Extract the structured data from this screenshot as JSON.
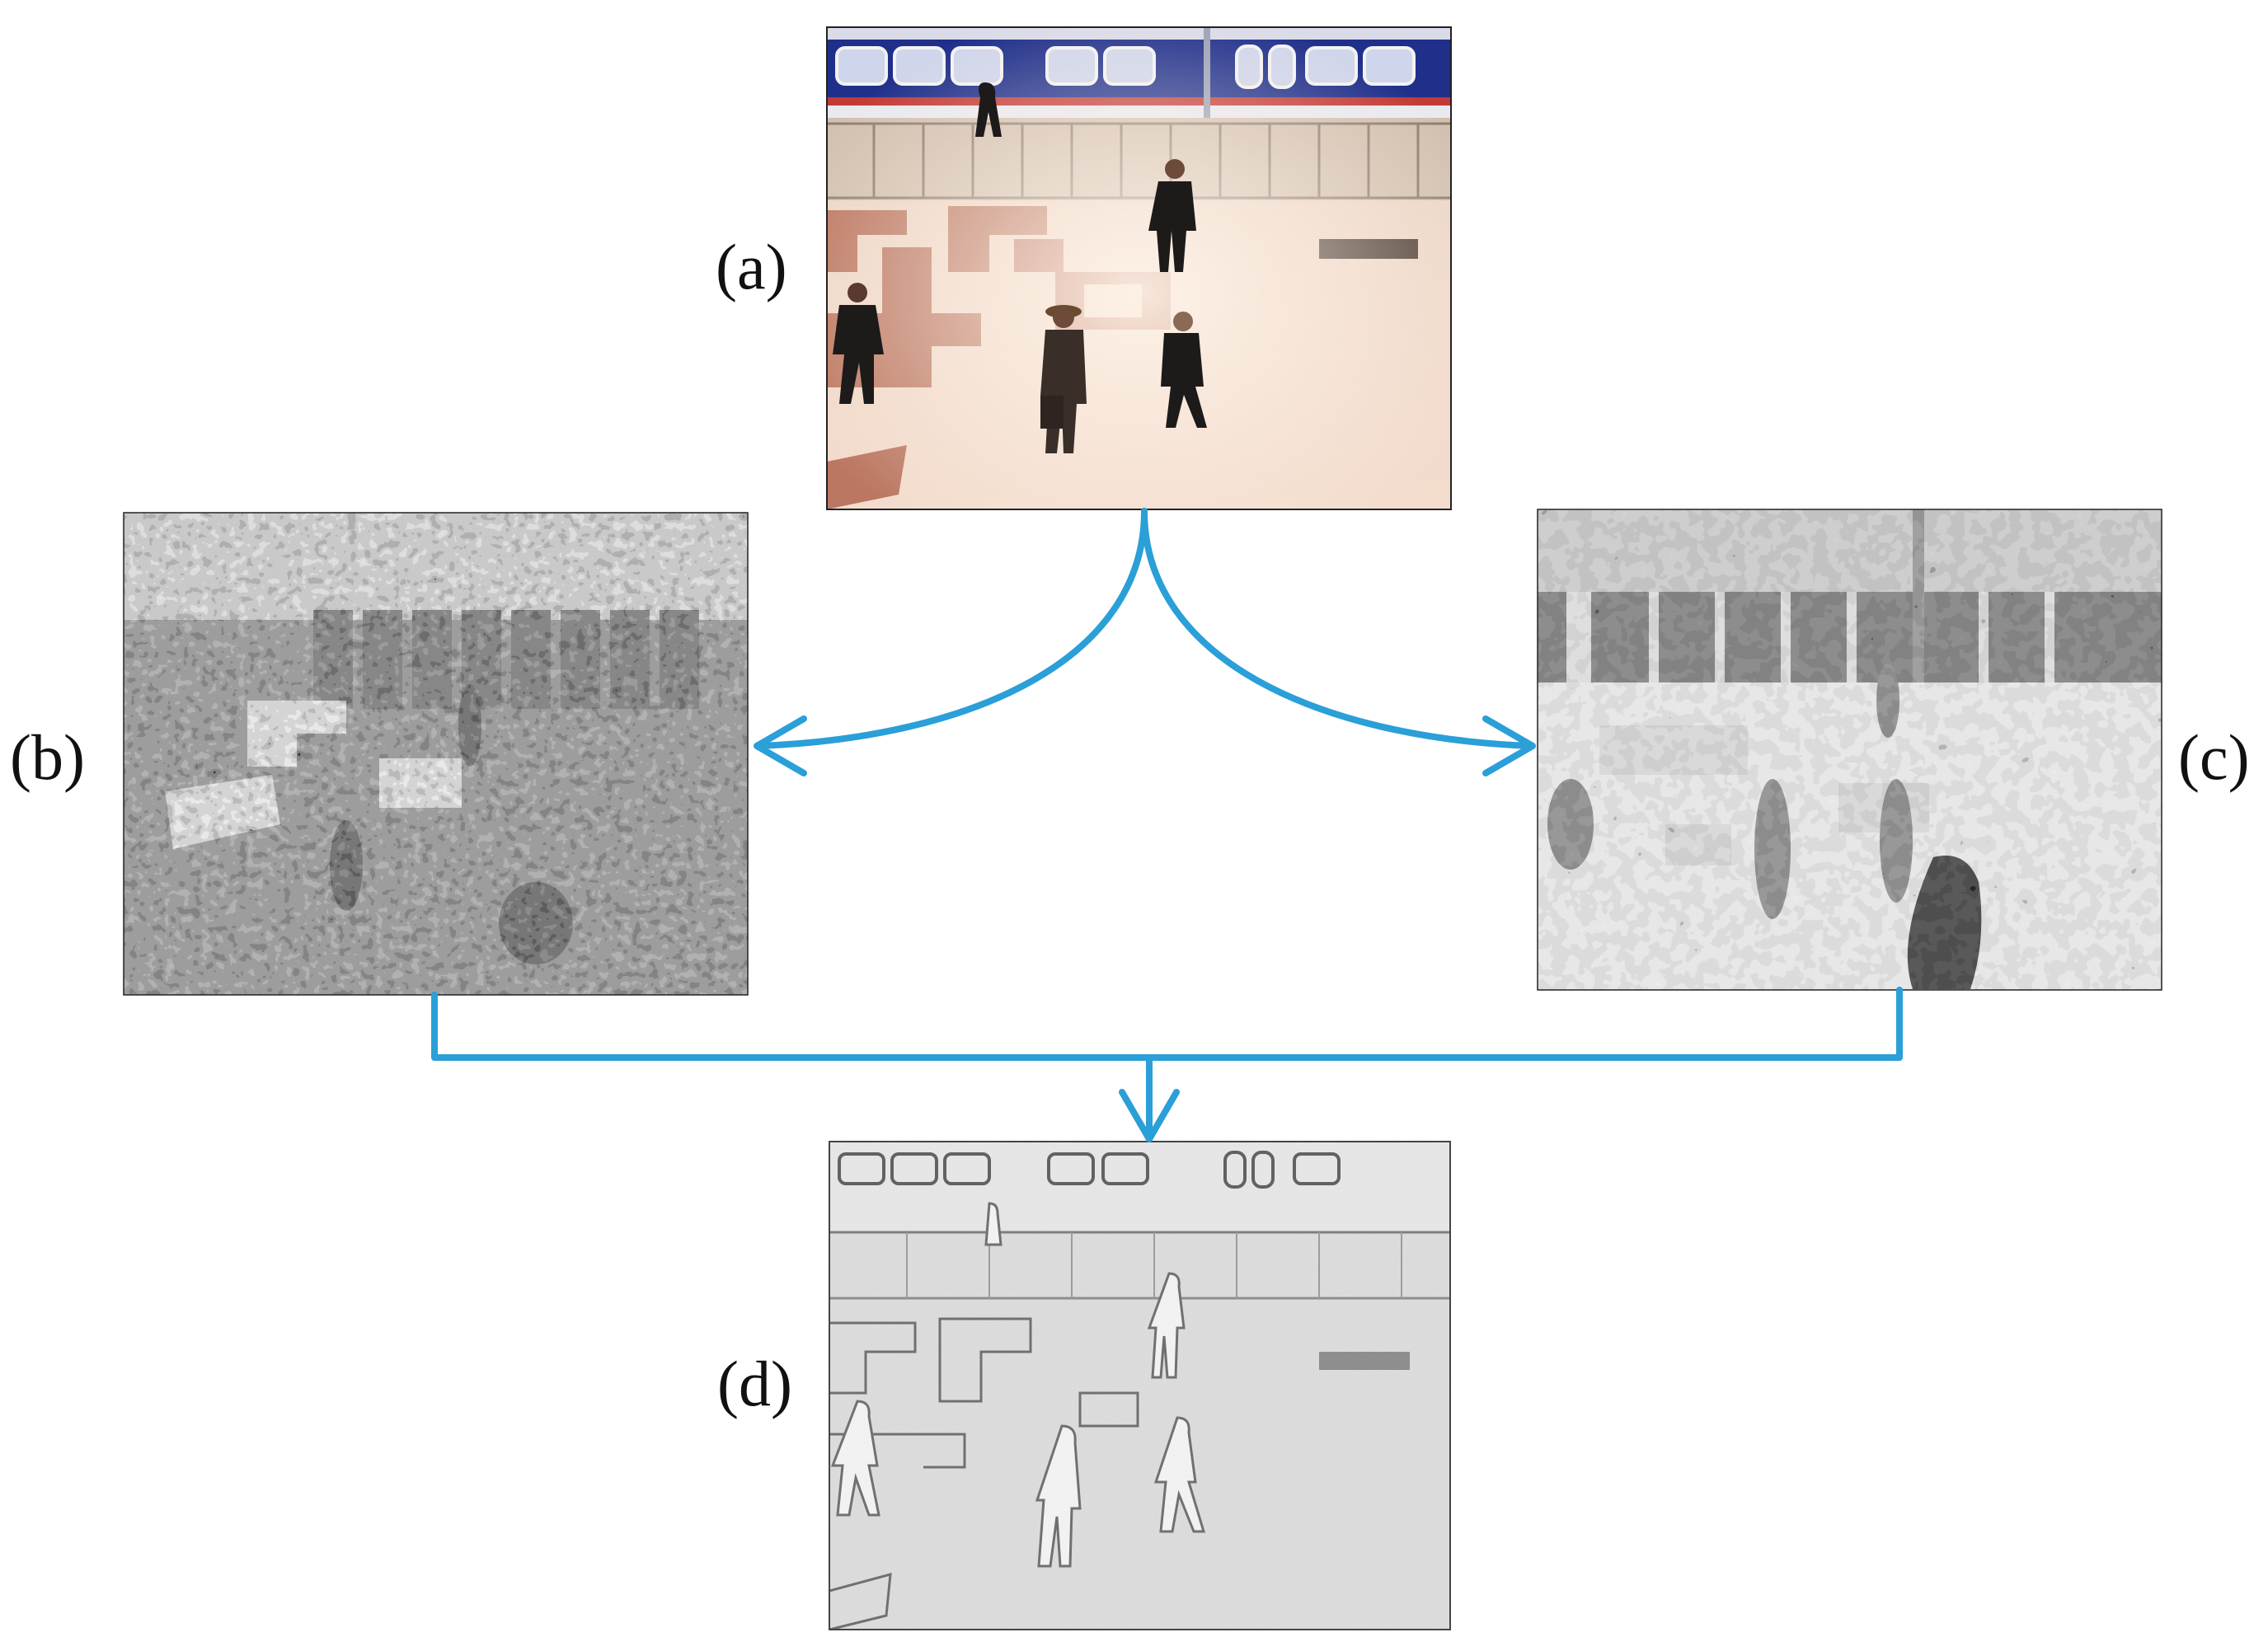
{
  "figure": {
    "panels": [
      {
        "id": "a",
        "label": "(a)",
        "depicts": "color-photo"
      },
      {
        "id": "b",
        "label": "(b)",
        "depicts": "grayscale-map"
      },
      {
        "id": "c",
        "label": "(c)",
        "depicts": "grayscale-map"
      },
      {
        "id": "d",
        "label": "(d)",
        "depicts": "fused-grayscale-map"
      }
    ],
    "flow": [
      {
        "from": "a",
        "to": "b"
      },
      {
        "from": "a",
        "to": "c"
      },
      {
        "from": "b",
        "to": "d"
      },
      {
        "from": "c",
        "to": "d"
      }
    ],
    "colors": {
      "arrow": "#2a9fd8",
      "label": "#111111",
      "frame": "#222222"
    }
  }
}
